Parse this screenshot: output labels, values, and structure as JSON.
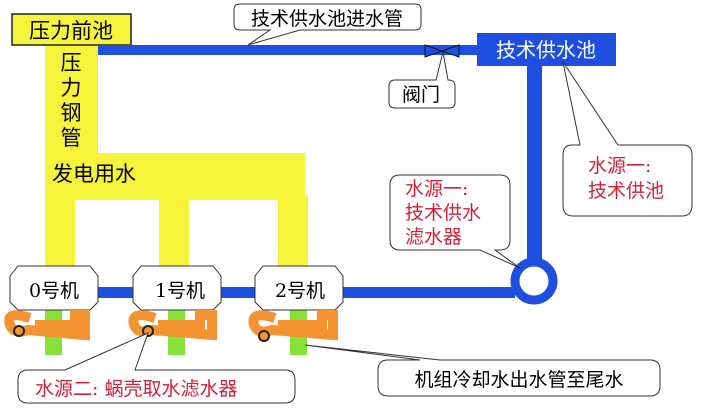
{
  "colors": {
    "pipe_blue": "#1f4fe0",
    "generation_yellow": "#f5f33a",
    "volute_orange": "#f39332",
    "outlet_green": "#86e23a",
    "red_label": "#d4213a"
  },
  "labels": {
    "forebay": "压力前池",
    "penstock": [
      "压",
      "力",
      "钢",
      "管"
    ],
    "generation_water": "发电用水",
    "tech_pool": "技术供水池",
    "inlet_pipe": "技术供水池进水管",
    "valve": "阀门",
    "source1_pool": [
      "水源一:",
      "技术供池"
    ],
    "source1_filter": [
      "水源一:",
      "技术供水",
      "滤水器"
    ],
    "source2": "水源二: 蜗壳取水滤水器",
    "outlet": "机组冷却水出水管至尾水",
    "units": [
      "0号机",
      "1号机",
      "2号机"
    ]
  }
}
